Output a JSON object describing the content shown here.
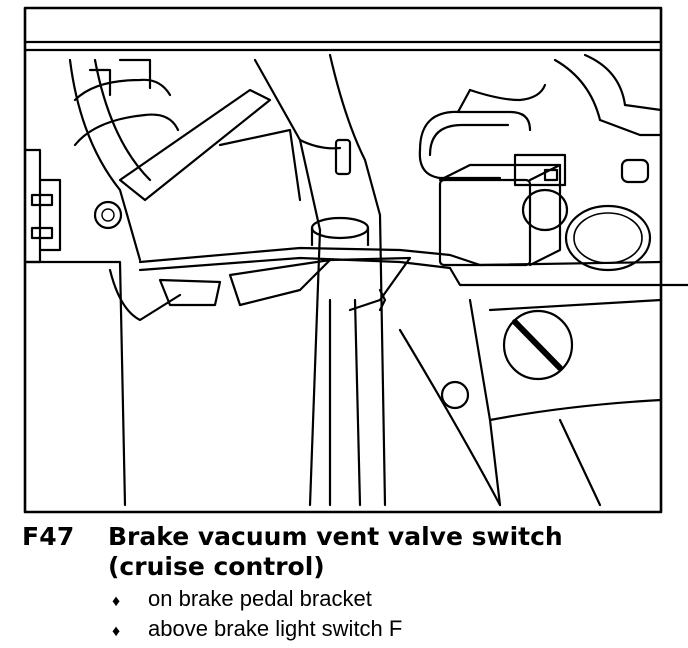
{
  "caption": {
    "code": "F47",
    "title_line1": "Brake vacuum vent valve switch",
    "title_line2": "(cruise control)",
    "bullets": [
      {
        "marker": "♦",
        "text": "on brake pedal bracket"
      },
      {
        "marker": "♦",
        "text": "above brake light switch F"
      }
    ]
  },
  "figure": {
    "description_icons": [
      "brake-pedal-bracket",
      "vent-valve-switch",
      "brake-light-switch",
      "wiring-harness"
    ]
  }
}
